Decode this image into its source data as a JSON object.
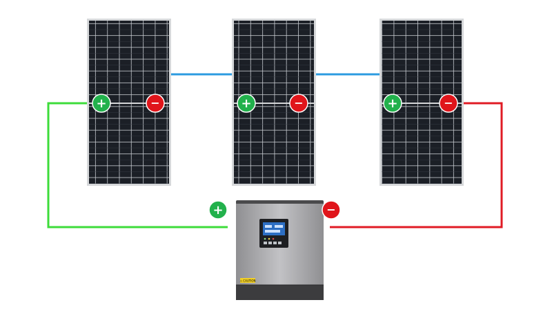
{
  "diagram": {
    "panels": [
      {
        "id": "panel-1"
      },
      {
        "id": "panel-2"
      },
      {
        "id": "panel-3"
      }
    ],
    "terminals": {
      "positive_symbol": "+",
      "negative_symbol": "−",
      "positive_color": "#22b14c",
      "negative_color": "#e0151b"
    },
    "wires": {
      "positive_color": "#3ddc3a",
      "negative_color": "#e01b24",
      "series_link_color": "#2b9be0"
    },
    "inverter": {
      "label_text": "⚠ CAUTION",
      "body_color": "#a9a9ab",
      "base_color": "#3c3c3e"
    },
    "panel_colors": {
      "frame": "#d6d8da",
      "cell": "#1b1f26",
      "grid": "#c8ccd1"
    }
  }
}
